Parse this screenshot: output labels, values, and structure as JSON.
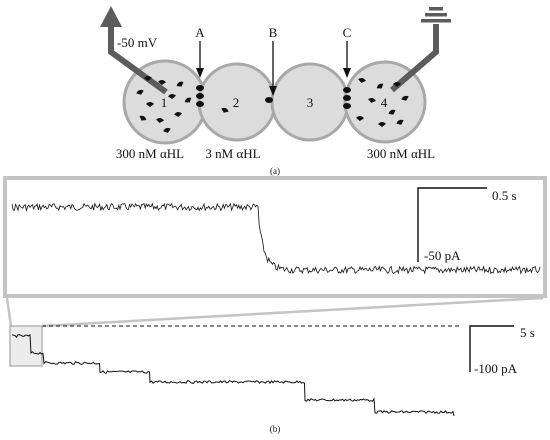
{
  "panel_a": {
    "voltage": "-50 mV",
    "interfaces": [
      "A",
      "B",
      "C"
    ],
    "droplets": [
      "1",
      "2",
      "3",
      "4"
    ],
    "concentrations": [
      "300 nM αHL",
      "3 nM αHL",
      "300 nM αHL"
    ],
    "caption": "(a)"
  },
  "panel_b": {
    "inset_scale": {
      "time": "0.5 s",
      "current": "-50 pA"
    },
    "main_scale": {
      "time": "5 s",
      "current": "-100 pA"
    },
    "caption": "(b)"
  },
  "colors": {
    "droplet_fill": "#dcdcdc",
    "droplet_stroke": "#a8a8a8",
    "electrode": "#5c5c5c",
    "pore": "#111111",
    "trace": "#111111",
    "inset_frame": "#c4c4c4",
    "highlight_box": "#b0b0b0"
  },
  "icons": {
    "left_electrode": "arrow-electrode-icon",
    "right_electrode": "ground-electrode-icon"
  }
}
